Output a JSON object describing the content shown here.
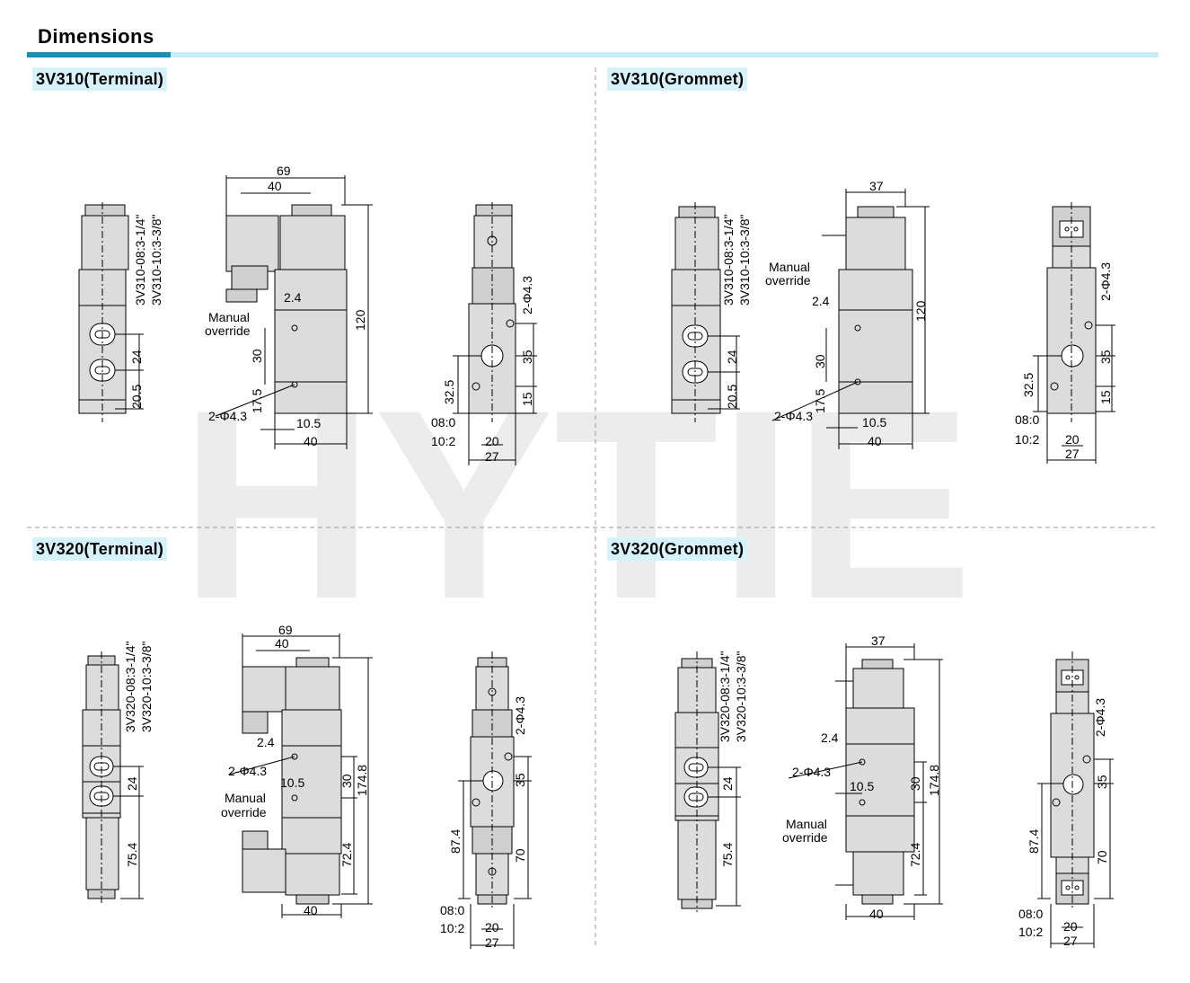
{
  "title": "Dimensions",
  "watermark": "HYTIE",
  "colors": {
    "accent": "#1a8fb0",
    "accent_light": "#c8eef8",
    "label_bg": "#d6f2fb",
    "body_fill": "#dcdcdc"
  },
  "sections": [
    {
      "label": "3V310(Terminal)"
    },
    {
      "label": "3V310(Grommet)"
    },
    {
      "label": "3V320(Terminal)"
    },
    {
      "label": "3V320(Grommet)"
    }
  ],
  "d310t": {
    "port1": "3V310-08:3-1/4\"",
    "port2": "3V310-10:3-3/8\"",
    "d24": "24",
    "d20_5": "20.5",
    "d69": "69",
    "d40t": "40",
    "d2_4": "2.4",
    "manual": "Manual",
    "override": "override",
    "d30": "30",
    "d17_5": "17.5",
    "hole": "2-Φ4.3",
    "d10_5": "10.5",
    "d40b": "40",
    "d120": "120",
    "hole_r": "2-Φ4.3",
    "d35": "35",
    "d15": "15",
    "d32_5": "32.5",
    "c08": "08:0",
    "c10": "10:2",
    "d20": "20",
    "d27": "27"
  },
  "d310g": {
    "port1": "3V310-08:3-1/4\"",
    "port2": "3V310-10:3-3/8\"",
    "d24": "24",
    "d20_5": "20.5",
    "d37": "37",
    "manual": "Manual",
    "override": "override",
    "d2_4": "2.4",
    "d30": "30",
    "d17_5": "17.5",
    "hole": "2-Φ4.3",
    "d10_5": "10.5",
    "d40b": "40",
    "d120": "120",
    "hole_r": "2-Φ4.3",
    "d35": "35",
    "d15": "15",
    "d32_5": "32.5",
    "c08": "08:0",
    "c10": "10:2",
    "d20": "20",
    "d27": "27"
  },
  "d320t": {
    "port1": "3V320-08:3-1/4\"",
    "port2": "3V320-10:3-3/8\"",
    "d24": "24",
    "d75_4": "75.4",
    "d69": "69",
    "d40t": "40",
    "d2_4": "2.4",
    "hole": "2-Φ4.3",
    "d10_5": "10.5",
    "manual": "Manual",
    "override": "override",
    "d30": "30",
    "d174_8": "174.8",
    "d72_4": "72.4",
    "d40b": "40",
    "hole_r": "2-Φ4.3",
    "d35": "35",
    "d87_4": "87.4",
    "d70": "70",
    "c08": "08:0",
    "c10": "10:2",
    "d20": "20",
    "d27": "27"
  },
  "d320g": {
    "port1": "3V320-08:3-1/4\"",
    "port2": "3V320-10:3-3/8\"",
    "d24": "24",
    "d75_4": "75.4",
    "d37": "37",
    "d2_4": "2.4",
    "hole": "2-Φ4.3",
    "d10_5": "10.5",
    "manual": "Manual",
    "override": "override",
    "d30": "30",
    "d174_8": "174.8",
    "d72_4": "72.4",
    "d40b": "40",
    "hole_r": "2-Φ4.3",
    "d35": "35",
    "d87_4": "87.4",
    "d70": "70",
    "c08": "08:0",
    "c10": "10:2",
    "d20": "20",
    "d27": "27"
  }
}
